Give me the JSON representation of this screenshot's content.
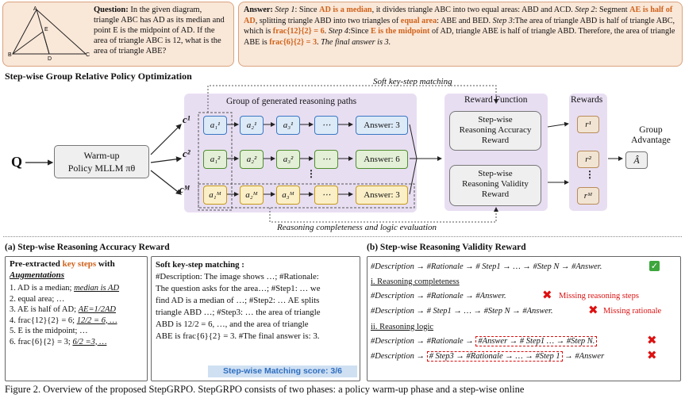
{
  "question": {
    "label": "Question",
    "text": "In the given diagram, triangle ABC has AD as its median and point E is the midpoint of AD. If the area of triangle ABC is 12, what is the area of triangle ABE?",
    "triangle_labels": [
      "A",
      "B",
      "C",
      "D",
      "E"
    ]
  },
  "answer": {
    "label": "Answer",
    "step1_prefix": "Step 1",
    "step1_a": ":  Since ",
    "step1_hl": "AD is a median",
    "step1_b": ", it divides triangle ABC into two equal areas: ABD and ACD. ",
    "step2_prefix": "Step 2",
    "step2_a": ": Segment ",
    "step2_hl1": "AE is half of AD",
    "step2_b": ", splitting triangle ABD into two triangles of ",
    "step2_hl2": "equal area",
    "step2_c": ": ABE and BED. ",
    "step3_prefix": "Step 3",
    "step3_a": ":The area of triangle ABD is half of triangle ABC, which is ",
    "step3_hl": "frac{12}{2} = 6",
    "step3_b": ". ",
    "step4_prefix": "Step 4",
    "step4_a": ":Since ",
    "step4_hl1": "E is the midpoint",
    "step4_b": " of AD, triangle ABE is half of triangle ABD. Therefore, the area of triangle ABE is ",
    "step4_hl2": "frac{6}{2} = 3",
    "step4_c": ". ",
    "final": "The final answer is 3."
  },
  "diagram": {
    "title": "Step-wise Group Relative Policy Optimization",
    "soft_matching": "Soft key-step matching",
    "group_label": "Group of generated reasoning paths",
    "reward_label": "Reward Function",
    "rewards_label": "Rewards",
    "advantage_label": "Group Advantage",
    "q": "Q",
    "policy_line1": "Warm-up",
    "policy_line2": "Policy MLLM πθ",
    "c1": "c¹",
    "c2": "c²",
    "cm": "cᴹ",
    "row1": [
      "a₁¹",
      "a₂¹",
      "a₃¹",
      "⋯"
    ],
    "row2": [
      "a₁²",
      "a₂²",
      "a₃²",
      "⋯"
    ],
    "row3": [
      "a₁ᴹ",
      "a₂ᴹ",
      "a₃ᴹ",
      "⋯"
    ],
    "ans1": "Answer: 3",
    "ans2": "Answer: 6",
    "ans3": "Answer: 3",
    "accuracy_reward": [
      "Step-wise",
      "Reasoning Accuracy",
      "Reward"
    ],
    "validity_reward": [
      "Step-wise",
      "Reasoning Validity",
      "Reward"
    ],
    "r1": "r¹",
    "r2": "r²",
    "rm": "rᴹ",
    "adv": "Â",
    "completeness_eval": "Reasoning completeness and logic evaluation"
  },
  "panel_a": {
    "title": "(a) Step-wise Reasoning Accuracy Reward",
    "pre_title_a": "Pre-extracted ",
    "pre_title_hl": "key steps",
    "pre_title_b": " with",
    "pre_title_c": "Augmentations",
    "items": [
      {
        "n": "1. AD is a median;",
        "aug": "median is AD"
      },
      {
        "n": "2. equal area;",
        "aug": "…"
      },
      {
        "n": "3. AE is half of AD;",
        "aug": "AE=1/2AD"
      },
      {
        "n": "4. frac{12}{2} = 6;",
        "aug": "12/2 = 6, …"
      },
      {
        "n": "5. E is the midpoint;",
        "aug": "…"
      },
      {
        "n": "6. frac{6}{2} = 3;",
        "aug": "6/2 =3, …"
      }
    ],
    "soft_title": "Soft key-step matching :",
    "soft_text": [
      "#Description: The image shows …; #Rationale:",
      "The question asks for the area…; #Step1: … we",
      "find AD is a median of  …; #Step2: … AE splits",
      "triangle ABD …; #Step3: … the area of triangle",
      "ABD is 12/2 = 6, …, and the area of triangle",
      "ABE is frac{6}{2} = 3.  #The final answer is: 3."
    ],
    "score": "Step-wise Matching score: 3/6"
  },
  "panel_b": {
    "title": "(b) Step-wise Reasoning Validity Reward",
    "ok_line": "#Description → #Rationale → # Step1 → … → #Step N → #Answer.",
    "sub1": "i. Reasoning completeness",
    "c_line1": "#Description → #Rationale → #Answer.",
    "c_note1": "Missing reasoning steps",
    "c_line2": "#Description → # Step1 → … → #Step N → #Answer.",
    "c_note2": "Missing rationale",
    "sub2": "ii. Reasoning logic",
    "l_line1a": "#Description → #Rationale →",
    "l_line1b": "#Answer → # Step1 … → #Step N.",
    "l_line2a": "#Description →",
    "l_line2b": "# Step3 → #Rationale → … → #Step 1",
    "l_line2c": "→ #Answer"
  },
  "caption": "Figure 2.  Overview of the proposed StepGRPO. StepGRPO consists of two phases: a policy warm-up phase and a step-wise online"
}
